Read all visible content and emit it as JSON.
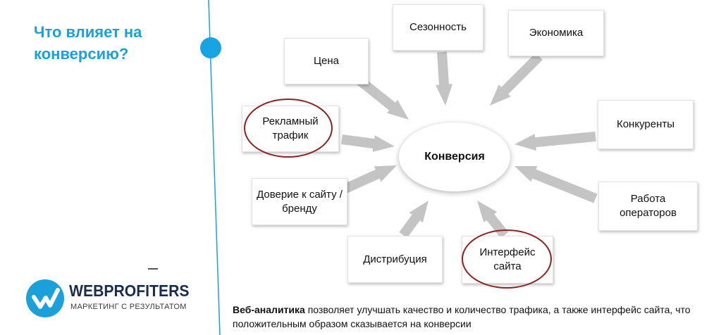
{
  "title": "Что влияет на конверсию?",
  "diagram": {
    "center": "Конверсия",
    "factors": [
      {
        "label": "Цена",
        "highlighted": false
      },
      {
        "label": "Сезонность",
        "highlighted": false
      },
      {
        "label": "Экономика",
        "highlighted": false
      },
      {
        "label": "Рекламный трафик",
        "highlighted": true
      },
      {
        "label": "Конкуренты",
        "highlighted": false
      },
      {
        "label": "Доверие к сайту / бренду",
        "highlighted": false
      },
      {
        "label": "Работа операторов",
        "highlighted": false
      },
      {
        "label": "Дистрибуция",
        "highlighted": false
      },
      {
        "label": "Интерфейс сайта",
        "highlighted": true
      }
    ],
    "highlight_color": "#8a2322",
    "arrow_color": "#bdbdbd"
  },
  "logo": {
    "name": "WEBPROFITERS",
    "tagline": "МАРКЕТИНГ С РЕЗУЛЬТАТОМ",
    "color": "#1aa0db"
  },
  "caption": {
    "bold": "Веб-аналитика",
    "text": " позволяет улучшать качество и количество трафика, а также интерфейс сайта, что положительным образом сказывается на конверсии"
  },
  "accent_color": "#1aa0db"
}
